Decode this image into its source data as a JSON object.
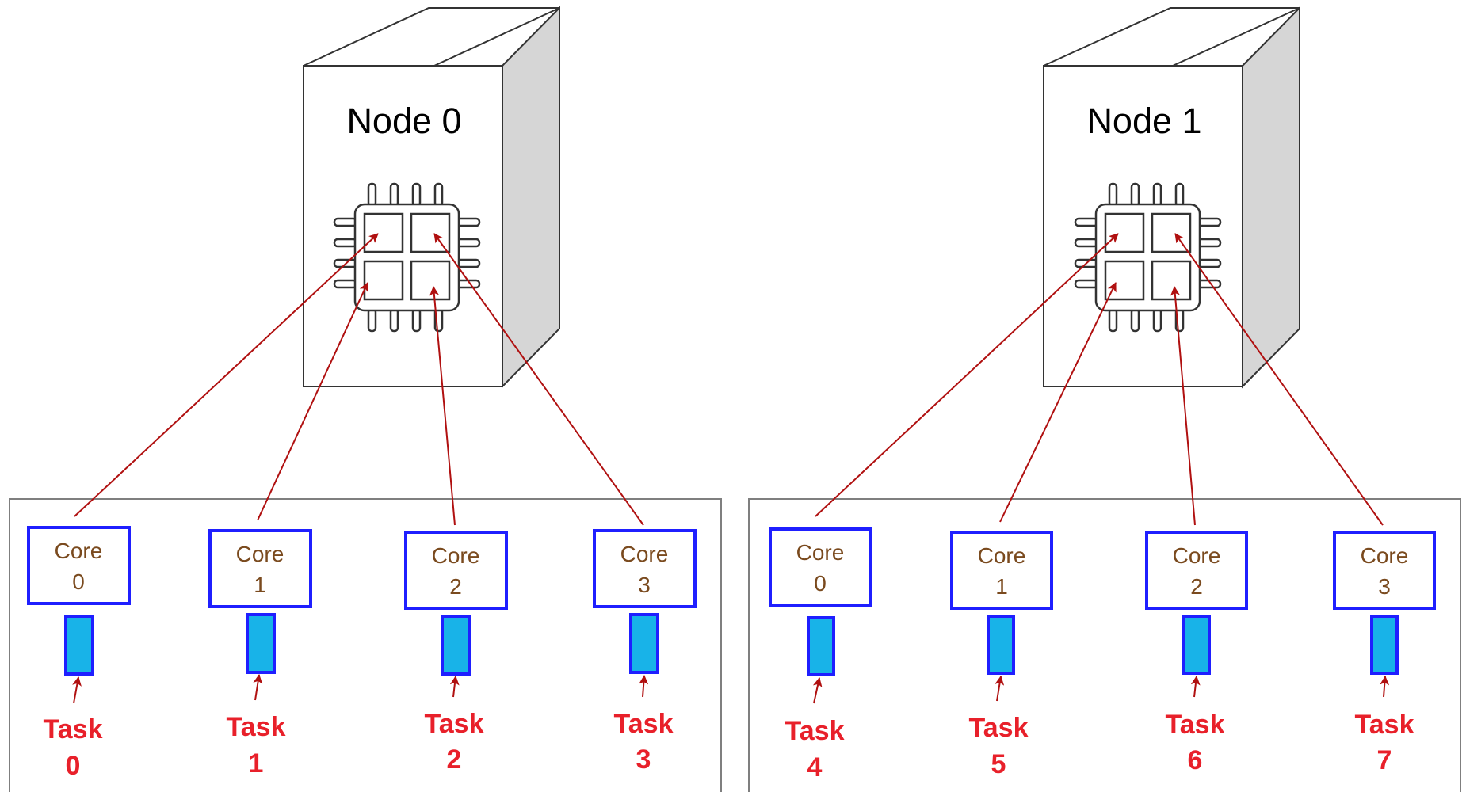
{
  "colors": {
    "server_front": "#ffffff",
    "server_side": "#d6d6d6",
    "server_stroke": "#333333",
    "chip_stroke": "#333333",
    "core_box_stroke": "#1f1fff",
    "core_text": "#7a4a1e",
    "task_bar_fill": "#18b3e8",
    "task_bar_stroke": "#1f1fff",
    "arrow": "#b01010",
    "task_text": "#e8202a",
    "panel_stroke": "#7f7f7f"
  },
  "icons": {
    "server": "server-tower-icon",
    "chip": "cpu-chip-icon"
  },
  "nodes": [
    {
      "label": "Node 0",
      "cores": [
        {
          "name": "Core",
          "number": "0",
          "task_title": "Task",
          "task_number": "0"
        },
        {
          "name": "Core",
          "number": "1",
          "task_title": "Task",
          "task_number": "1"
        },
        {
          "name": "Core",
          "number": "2",
          "task_title": "Task",
          "task_number": "2"
        },
        {
          "name": "Core",
          "number": "3",
          "task_title": "Task",
          "task_number": "3"
        }
      ]
    },
    {
      "label": "Node 1",
      "cores": [
        {
          "name": "Core",
          "number": "0",
          "task_title": "Task",
          "task_number": "4"
        },
        {
          "name": "Core",
          "number": "1",
          "task_title": "Task",
          "task_number": "5"
        },
        {
          "name": "Core",
          "number": "2",
          "task_title": "Task",
          "task_number": "6"
        },
        {
          "name": "Core",
          "number": "3",
          "task_title": "Task",
          "task_number": "7"
        }
      ]
    }
  ]
}
